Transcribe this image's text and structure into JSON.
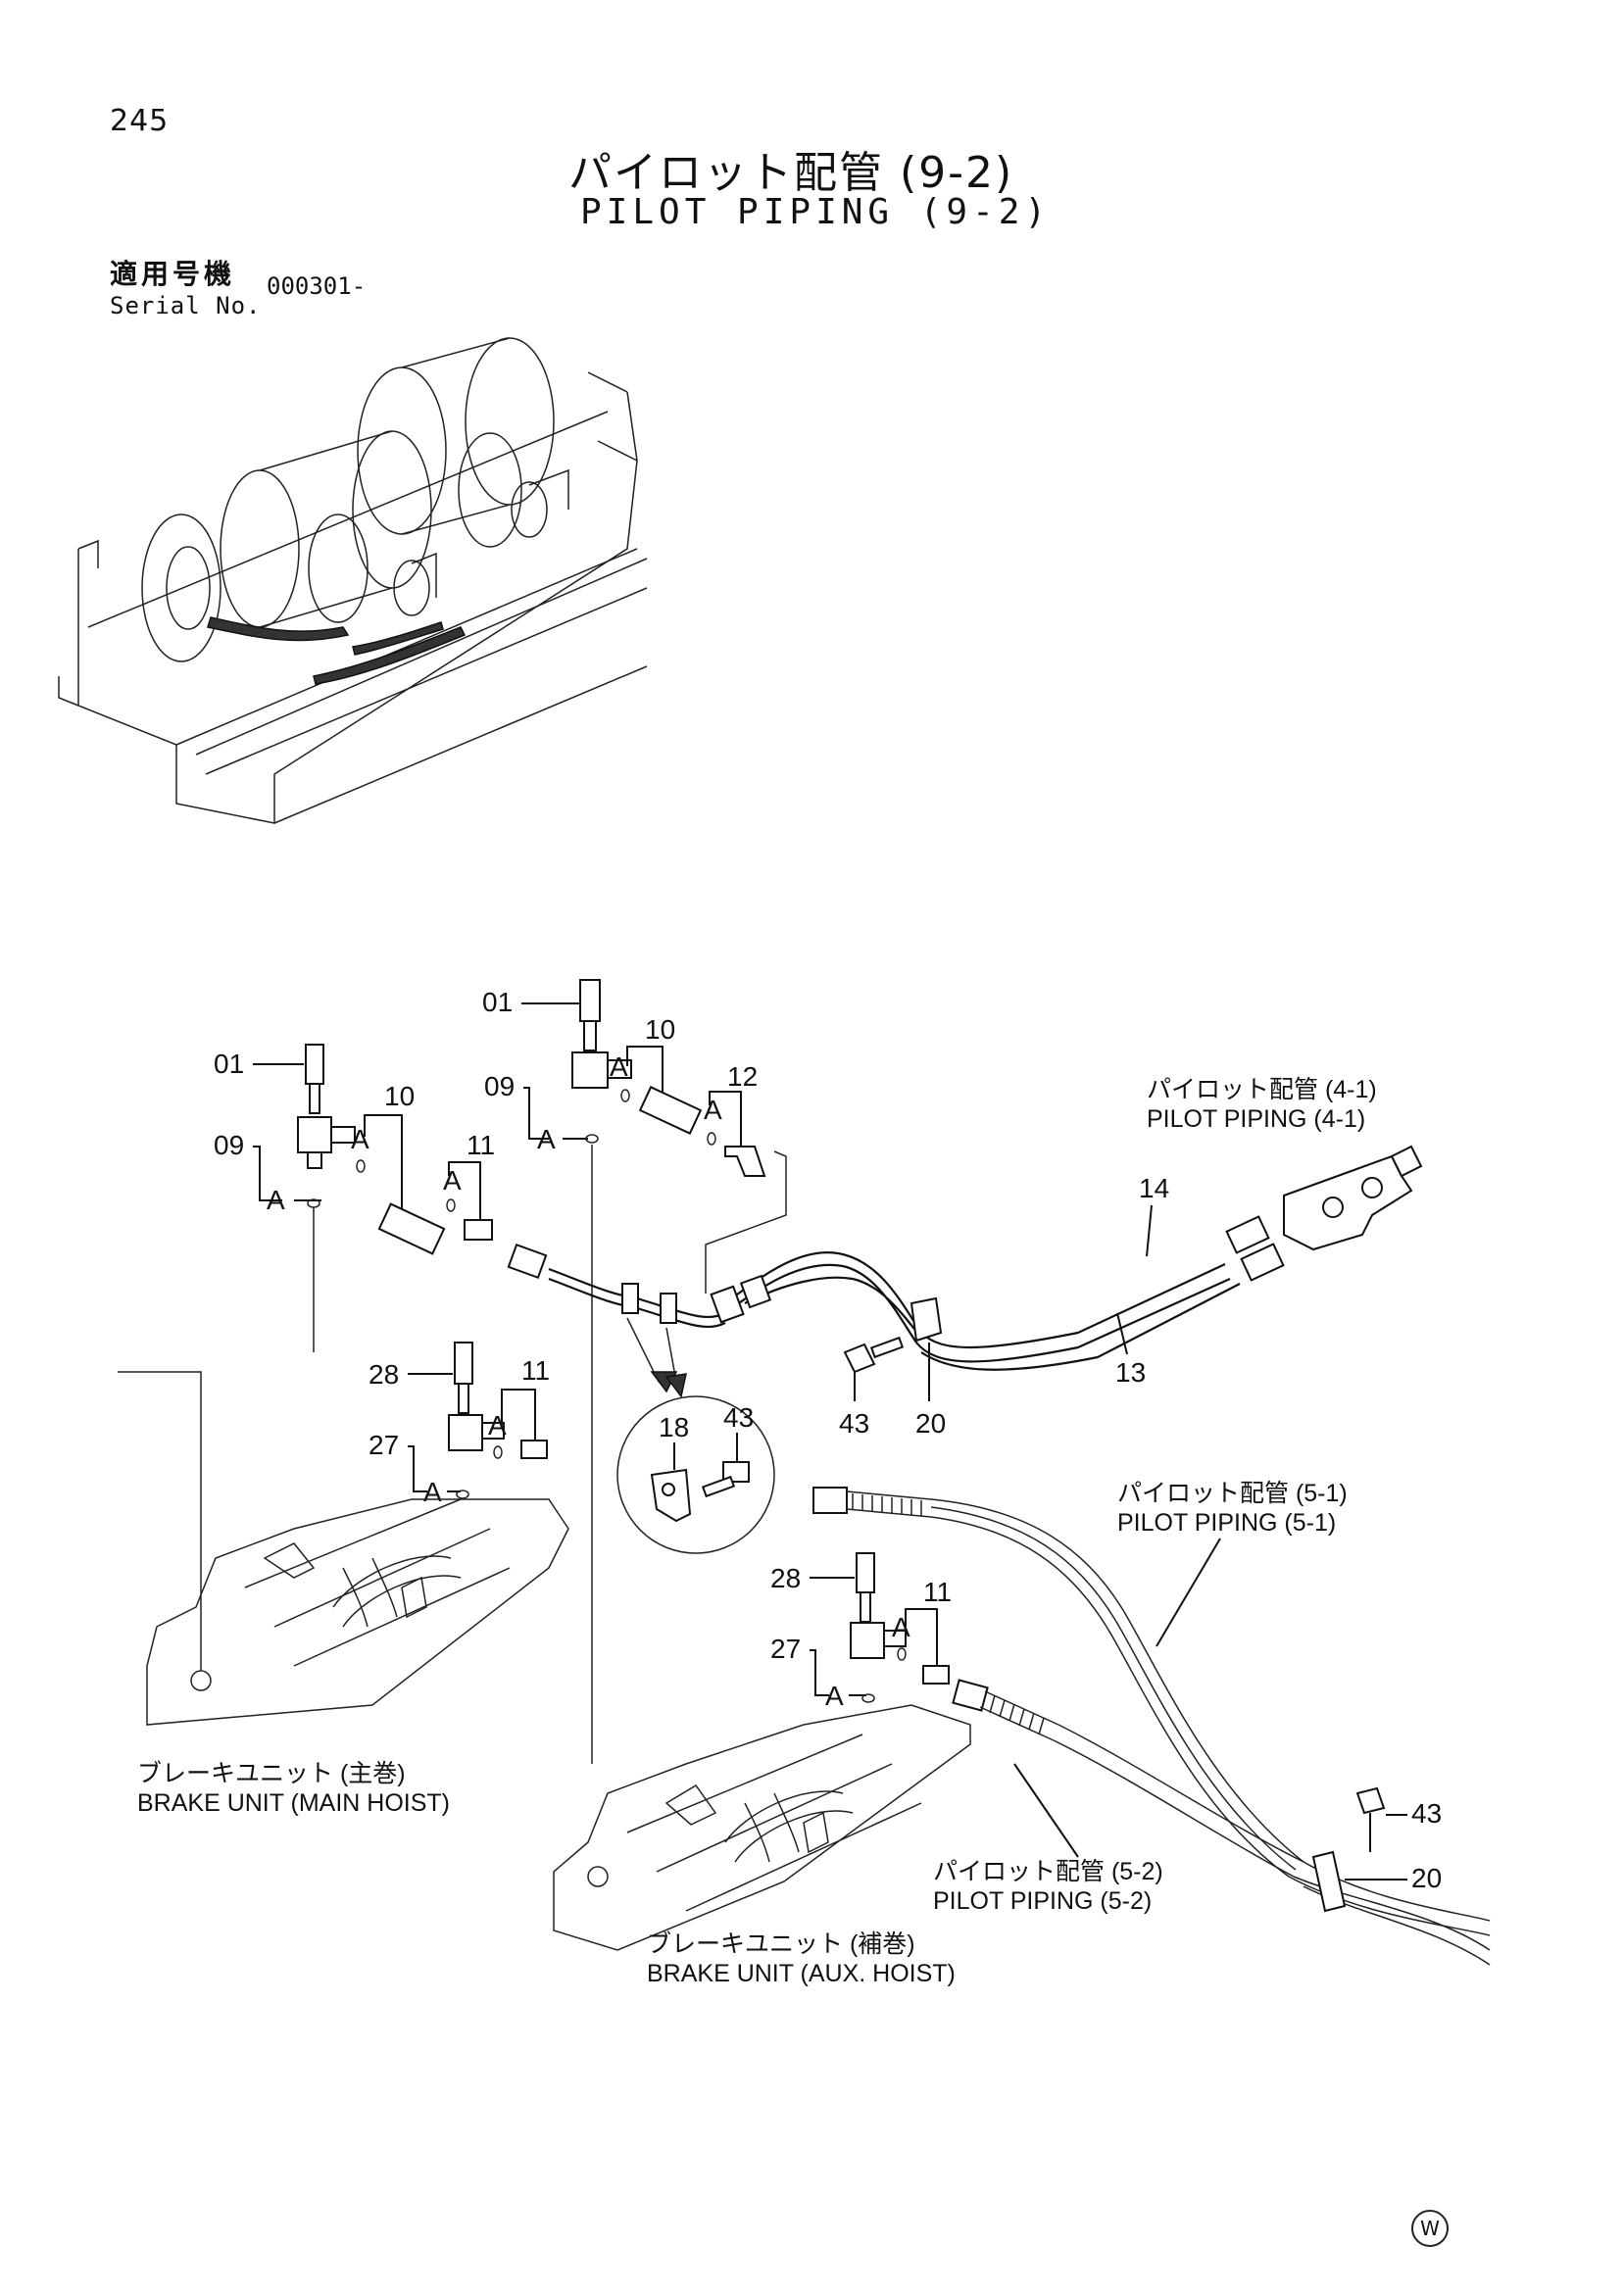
{
  "header": {
    "page_number": "245",
    "title_jp": "パイロット配管 (9-2)",
    "title_en": "PILOT PIPING (9-2)",
    "serial_label_jp": "適用号機",
    "serial_label_en": "Serial No.",
    "serial_value": "000301-"
  },
  "callouts": {
    "c01_left": "01",
    "c01_top": "01",
    "c09_left": "09",
    "c09_top": "09",
    "c10_left": "10",
    "c10_top": "10",
    "c11_left": "11",
    "c11_main": "11",
    "c11_aux": "11",
    "c12": "12",
    "c14": "14",
    "c13": "13",
    "c43_a": "43",
    "c20_a": "20",
    "c18": "18",
    "c43_detail": "43",
    "c28_main": "28",
    "c27_main": "27",
    "c28_aux": "28",
    "c27_aux": "27",
    "c43_b": "43",
    "c20_b": "20",
    "a_letters": [
      "A",
      "A",
      "A",
      "A",
      "A",
      "A",
      "A",
      "A",
      "A",
      "A"
    ]
  },
  "captions": {
    "pilot_4_1_jp": "パイロット配管 (4-1)",
    "pilot_4_1_en": "PILOT PIPING (4-1)",
    "pilot_5_1_jp": "パイロット配管 (5-1)",
    "pilot_5_1_en": "PILOT PIPING (5-1)",
    "pilot_5_2_jp": "パイロット配管 (5-2)",
    "pilot_5_2_en": "PILOT PIPING (5-2)",
    "brake_main_jp": "ブレーキユニット (主巻)",
    "brake_main_en": "BRAKE UNIT (MAIN HOIST)",
    "brake_aux_jp": "ブレーキユニット (補巻)",
    "brake_aux_en": "BRAKE UNIT (AUX. HOIST)"
  },
  "watermark": "W"
}
